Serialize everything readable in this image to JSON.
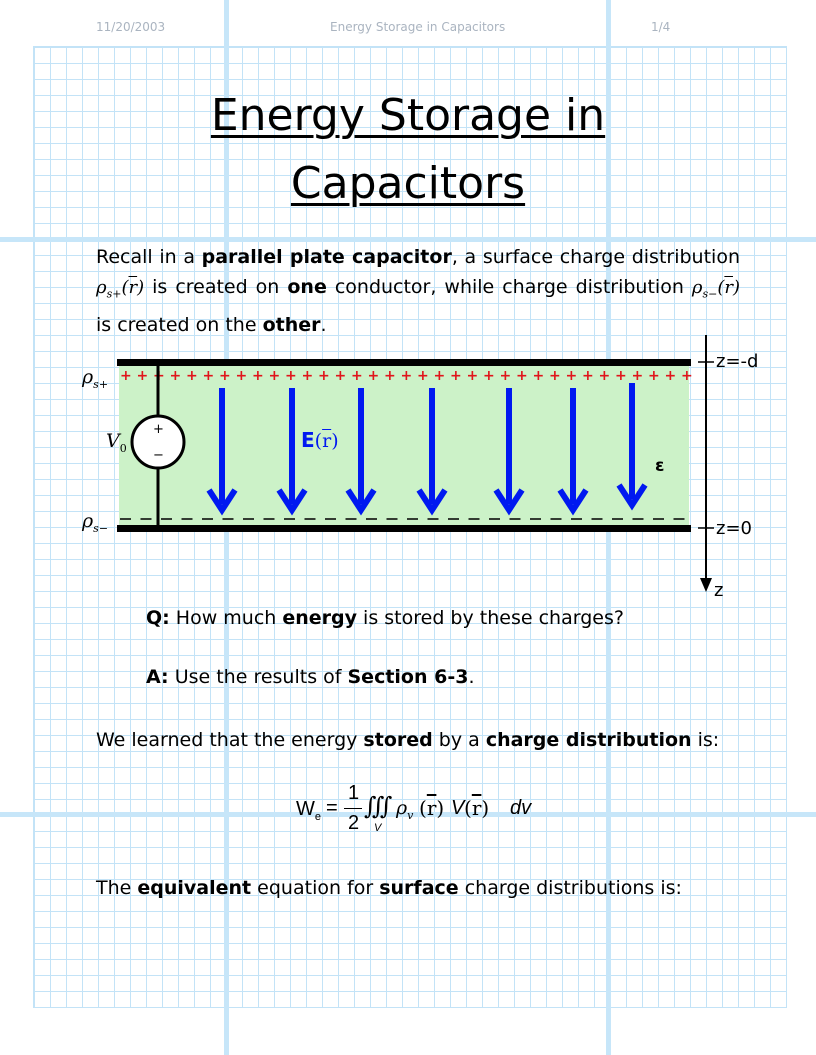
{
  "header": {
    "date": "11/20/2003",
    "doc_title": "Energy Storage in Capacitors",
    "page": "1/4"
  },
  "title": {
    "line1": "Energy Storage in",
    "line2": "Capacitors"
  },
  "intro": {
    "t1": "Recall in a ",
    "b1": "parallel plate capacitor",
    "t2": ", a surface charge distribution ",
    "sym1": "ρ",
    "sub1": "s+",
    "arg1": "r",
    "t3": " is created on ",
    "b2": "one",
    "t4": " conductor, while charge distribution ",
    "sym2": "ρ",
    "sub2": "s−",
    "arg2": "r",
    "t5": " is created on the ",
    "b3": "other",
    "t6": "."
  },
  "diagram": {
    "rho_top": "ρ",
    "rho_top_sub": "s+",
    "rho_bottom": "ρ",
    "rho_bottom_sub": "s−",
    "v0": "V",
    "v0_sub": "0",
    "plus": "+",
    "minus": "−",
    "efield": "E",
    "efield_arg": "r",
    "epsilon": "ε",
    "z_top": "z=-d",
    "z_bottom": "z=0",
    "z_axis": "z",
    "colors": {
      "fill": "#ccf2c8",
      "arrow": "#0019f0",
      "charge": "#e0151b",
      "plate": "#000000"
    }
  },
  "qa": {
    "q_label": "Q:",
    "q_t1": " How much ",
    "q_b": "energy",
    "q_t2": " is stored by these charges?",
    "a_label": "A:",
    "a_t1": " Use the results of ",
    "a_b": "Section 6-3",
    "a_t2": "."
  },
  "learned": {
    "t1": "We learned that the energy ",
    "b1": "stored",
    "t2": " by a ",
    "b2": "charge distribution",
    "t3": " is:"
  },
  "equation": {
    "lhs": "W",
    "lhs_sub": "e",
    "eq": "=",
    "num": "1",
    "den": "2",
    "integral": "∭",
    "int_sub": "V",
    "rho": "ρ",
    "rho_sub": "v",
    "arg": "r",
    "v": "V",
    "dv": "dv"
  },
  "closing": {
    "t1": "The ",
    "b1": "equivalent",
    "t2": " equation for ",
    "b2": "surface",
    "t3": " charge distributions is:"
  }
}
